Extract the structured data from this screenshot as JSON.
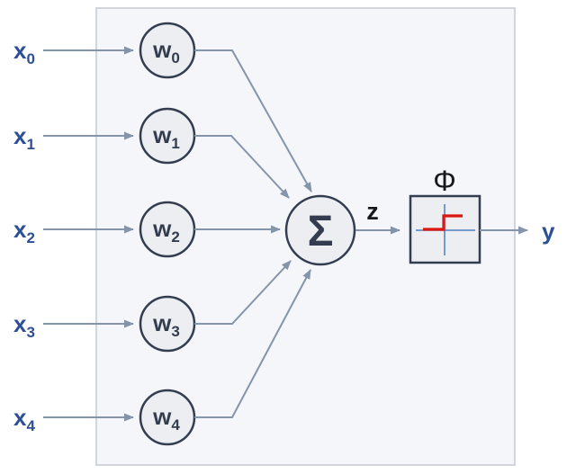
{
  "colors": {
    "label_blue": "#2d4f93",
    "connector_gray": "#8494aa",
    "node_stroke": "#333d4f",
    "node_fill": "#eceef2",
    "panel_fill": "#f4f6f9",
    "panel_border": "#d2d6dc",
    "symbol_dark": "#15181d",
    "step_red": "#da1710",
    "axis_blue": "#4d7fc0"
  },
  "nodes": {
    "inputs": [
      {
        "base": "x",
        "sub": "0"
      },
      {
        "base": "x",
        "sub": "1"
      },
      {
        "base": "x",
        "sub": "2"
      },
      {
        "base": "x",
        "sub": "3"
      },
      {
        "base": "x",
        "sub": "4"
      }
    ],
    "weights": [
      {
        "base": "w",
        "sub": "0"
      },
      {
        "base": "w",
        "sub": "1"
      },
      {
        "base": "w",
        "sub": "2"
      },
      {
        "base": "w",
        "sub": "3"
      },
      {
        "base": "w",
        "sub": "4"
      }
    ],
    "sum_symbol": "Σ",
    "activation_symbol": "Φ",
    "pre_activation_label": "z",
    "output_label": "y"
  }
}
